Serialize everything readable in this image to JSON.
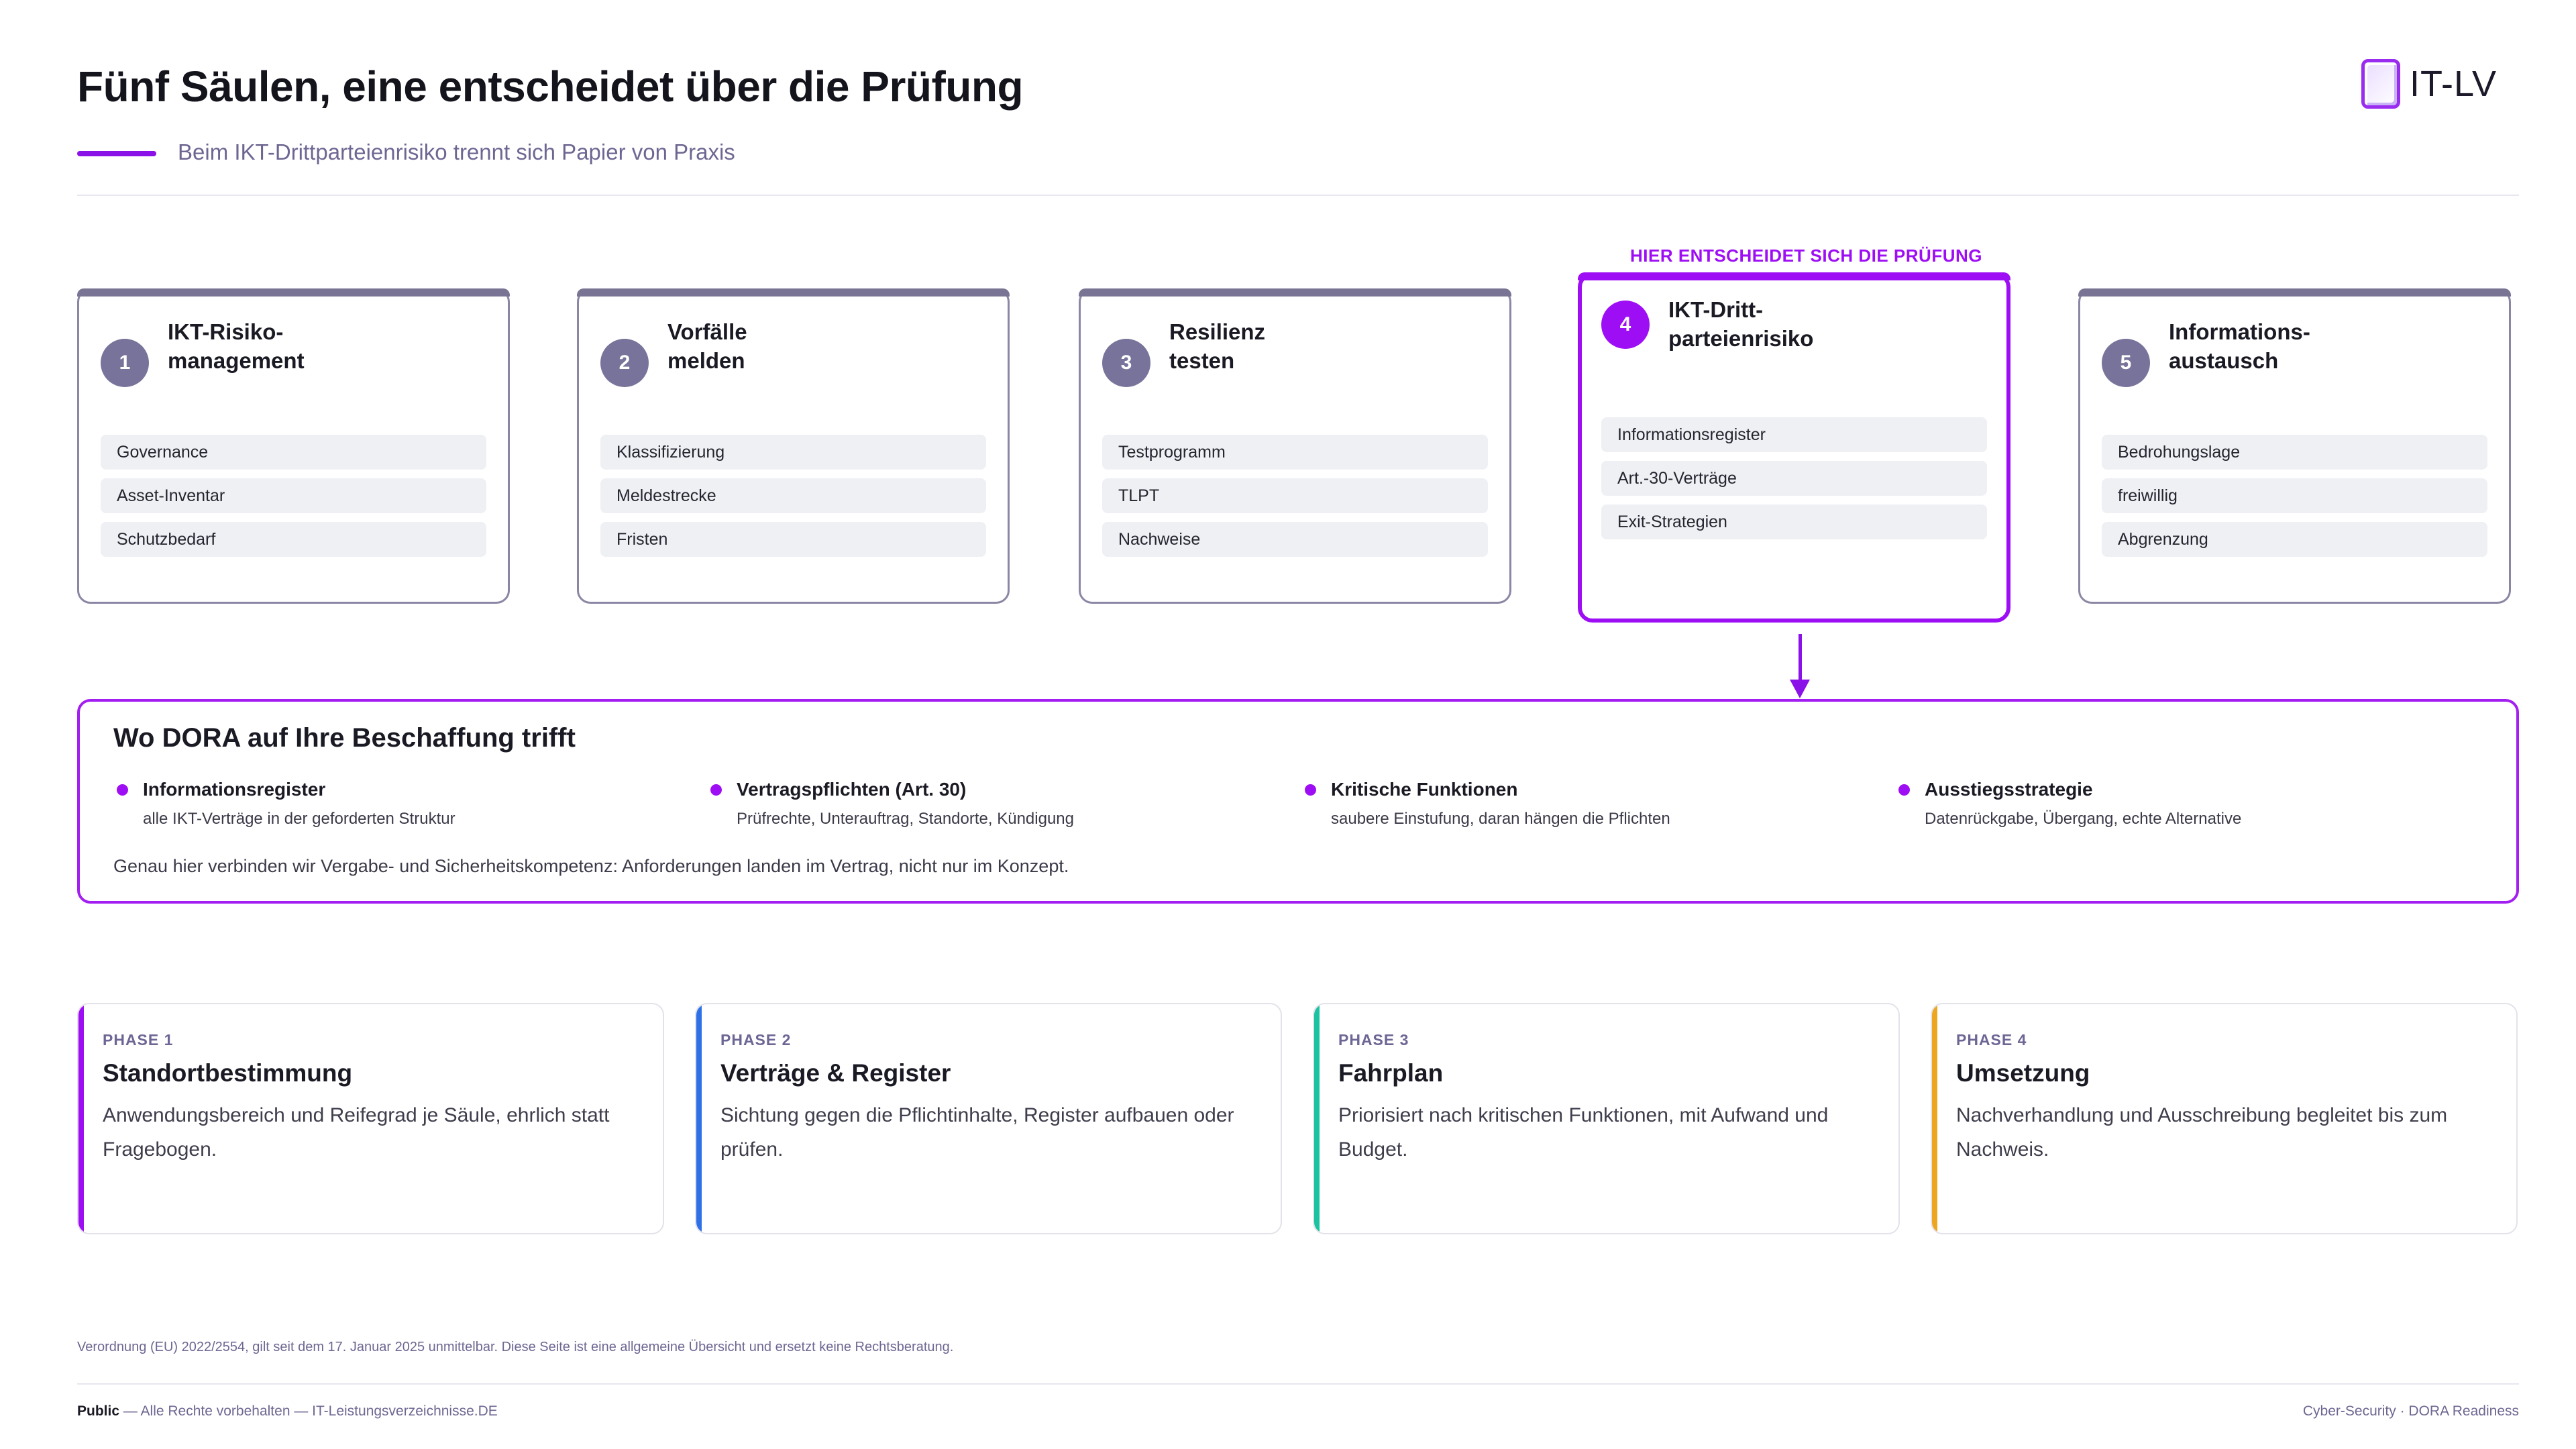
{
  "header": {
    "title": "Fünf Säulen, eine entscheidet über die Prüfung",
    "subtitle": "Beim IKT-Drittparteienrisiko trennt sich Papier von Praxis",
    "logo_text": "IT-LV"
  },
  "pillars": [
    {
      "number": "1",
      "title": "IKT-Risiko-\nmanagement",
      "items": [
        "Governance",
        "Asset-Inventar",
        "Schutzbedarf"
      ]
    },
    {
      "number": "2",
      "title": "Vorfälle\nmelden",
      "items": [
        "Klassifizierung",
        "Meldestrecke",
        "Fristen"
      ]
    },
    {
      "number": "3",
      "title": "Resilienz\ntesten",
      "items": [
        "Testprogramm",
        "TLPT",
        "Nachweise"
      ]
    },
    {
      "number": "4",
      "title": "IKT-Dritt-\nparteienrisiko",
      "items": [
        "Informationsregister",
        "Art.-30-Verträge",
        "Exit-Strategien"
      ]
    },
    {
      "number": "5",
      "title": "Informations-\naustausch",
      "items": [
        "Bedrohungslage",
        "freiwillig",
        "Abgrenzung"
      ]
    }
  ],
  "highlight_label": "HIER ENTSCHEIDET SICH DIE PRÜFUNG",
  "dora": {
    "title": "Wo DORA auf Ihre Beschaffung trifft",
    "points": [
      {
        "title": "Informationsregister",
        "desc": "alle IKT-Verträge in der geforderten Struktur"
      },
      {
        "title": "Vertragspflichten (Art. 30)",
        "desc": "Prüfrechte, Unterauftrag, Standorte, Kündigung"
      },
      {
        "title": "Kritische Funktionen",
        "desc": "saubere Einstufung, daran hängen die Pflichten"
      },
      {
        "title": "Ausstiegsstrategie",
        "desc": "Datenrückgabe, Übergang, echte Alternative"
      }
    ],
    "footer": "Genau hier verbinden wir Vergabe- und Sicherheitskompetenz: Anforderungen landen im Vertrag, nicht nur im Konzept."
  },
  "phases": [
    {
      "label": "PHASE 1",
      "title": "Standortbestimmung",
      "desc": "Anwendungsbereich und Reifegrad je Säule, ehrlich statt Fragebogen.",
      "color": "#9e0ef4"
    },
    {
      "label": "PHASE 2",
      "title": "Verträge & Register",
      "desc": "Sichtung gegen die Pflichtinhalte, Register aufbauen oder prüfen.",
      "color": "#2f6fe8"
    },
    {
      "label": "PHASE 3",
      "title": "Fahrplan",
      "desc": "Priorisiert nach kritischen Funktionen, mit Aufwand und Budget.",
      "color": "#1cc3a0"
    },
    {
      "label": "PHASE 4",
      "title": "Umsetzung",
      "desc": "Nachverhandlung und Ausschreibung begleitet bis zum Nachweis.",
      "color": "#eea51f"
    }
  ],
  "legal": "Verordnung (EU) 2022/2554, gilt seit dem 17. Januar 2025 unmittelbar. Diese Seite ist eine allgemeine Übersicht und ersetzt keine Rechtsberatung.",
  "footer": {
    "classification": "Public",
    "rights": " — Alle Rechte vorbehalten — IT-Leistungsverzeichnisse.DE",
    "right_text": "Cyber-Security · DORA Readiness"
  }
}
